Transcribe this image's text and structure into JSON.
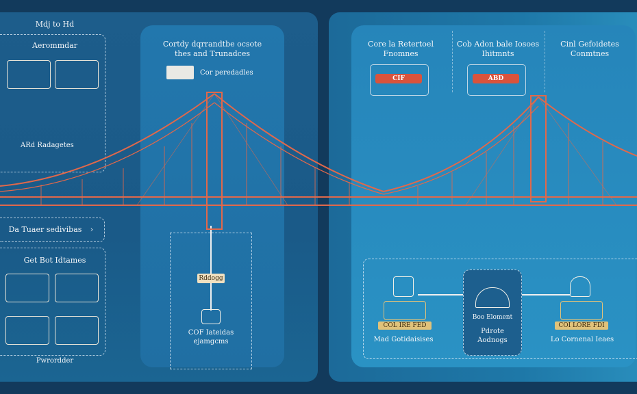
{
  "left": {
    "top_label": "Mdj to Hd",
    "box1_title": "Aerommdar",
    "box1_label": "ARd Radagetes",
    "banner": "Da Tuaer sedivibas",
    "banner_icon": "chevron-right-icon",
    "box2_title": "Get Bot Idtames",
    "bottom_label": "Pwrordder"
  },
  "center": {
    "heading_line1": "Cortdy dqrrandtbe ocsote",
    "heading_line2": "thes and Trunadces",
    "chip": "Cor peredadles",
    "small_tag": "Rddogg",
    "footer_line1": "COF Iateidas",
    "footer_line2": "ejamgcms"
  },
  "right": {
    "col1_line1": "Core la Retertoel",
    "col1_line2": "Fnomnes",
    "col2_line1": "Cob Adon bale Iosoes",
    "col2_line2": "Ihitmnts",
    "col3_line1": "Cinl Gefoidetes",
    "col3_line2": "Conmtnes",
    "col1_button": "CIF",
    "col2_button": "ABD",
    "node1_tag": "COL IRE FED",
    "node1_label": "Mad Gotidaisises",
    "node2_title": "Boo Eloment",
    "node2_line1": "Pdrote",
    "node2_line2": "Aodnogs",
    "node3_tag": "COI LORE FDI",
    "node3_label": "Lo Cornenal Ieaes"
  },
  "colors": {
    "background": "#123a5c",
    "bridge": "#e2684a",
    "accent_red": "#d9533c",
    "tag_gold": "#e0c27a"
  }
}
